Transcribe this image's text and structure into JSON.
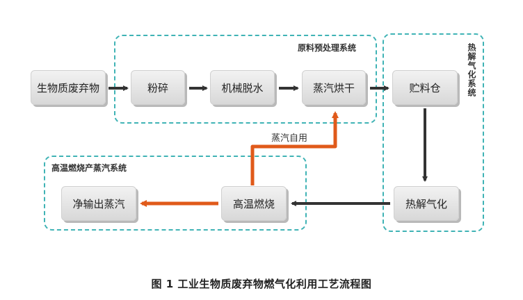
{
  "groups": {
    "pretreatment": "原料预处理系统",
    "gasification": "热解气化系统",
    "steam": "高温燃烧产蒸汽系统"
  },
  "nodes": {
    "biomass": "生物质废弃物",
    "crush": "粉碎",
    "dewater": "机械脱水",
    "dry": "蒸汽烘干",
    "silo": "贮料仓",
    "pyrolysis": "热解气化",
    "combustion": "高温燃烧",
    "output": "净输出蒸汽"
  },
  "edge_labels": {
    "steam_self_use": "蒸汽自用"
  },
  "caption": "图 1 工业生物质废弃物燃气化利用工艺流程图",
  "colors": {
    "group_border": "#3fb3b5",
    "arrow_dark": "#333333",
    "arrow_orange": "#e05a1a"
  }
}
